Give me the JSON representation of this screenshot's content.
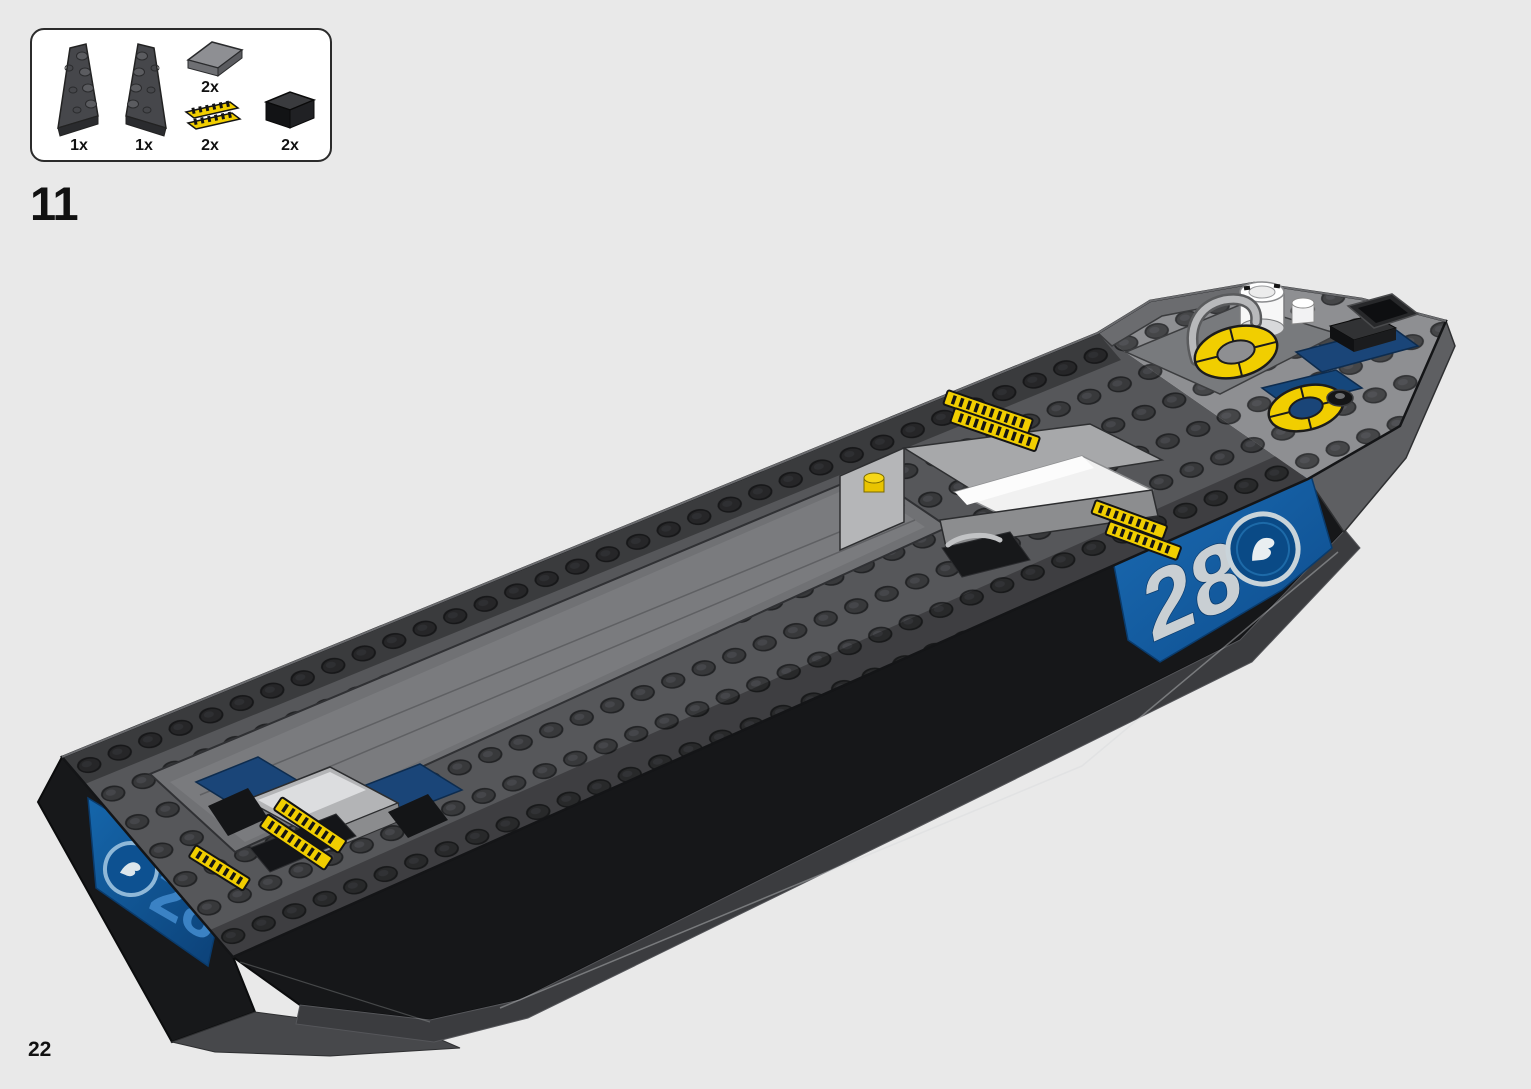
{
  "page": {
    "step_number": "11",
    "page_number": "22"
  },
  "parts_box": {
    "items": [
      {
        "icon": "wedge-plate-left-icon",
        "qty": "1x"
      },
      {
        "icon": "wedge-plate-right-icon",
        "qty": "1x"
      },
      {
        "icon": "windscreen-wedge-icon",
        "qty": "2x"
      },
      {
        "icon": "grille-yellow-icon",
        "qty": "2x"
      },
      {
        "icon": "bracket-panel-icon",
        "qty": "2x"
      }
    ]
  },
  "illustration": {
    "subject": "boat-hull-assembly",
    "hull_number": "28",
    "logo_icon": "jurassic-world-dinosaur-logo",
    "colors": {
      "hull_black": "#17181A",
      "deck_gray": "#56575A",
      "bow_gray": "#8E8F92",
      "stripe_blue": "#1563A8",
      "accent_yellow": "#F1CE00",
      "structure_white": "#F1F1F1"
    }
  }
}
